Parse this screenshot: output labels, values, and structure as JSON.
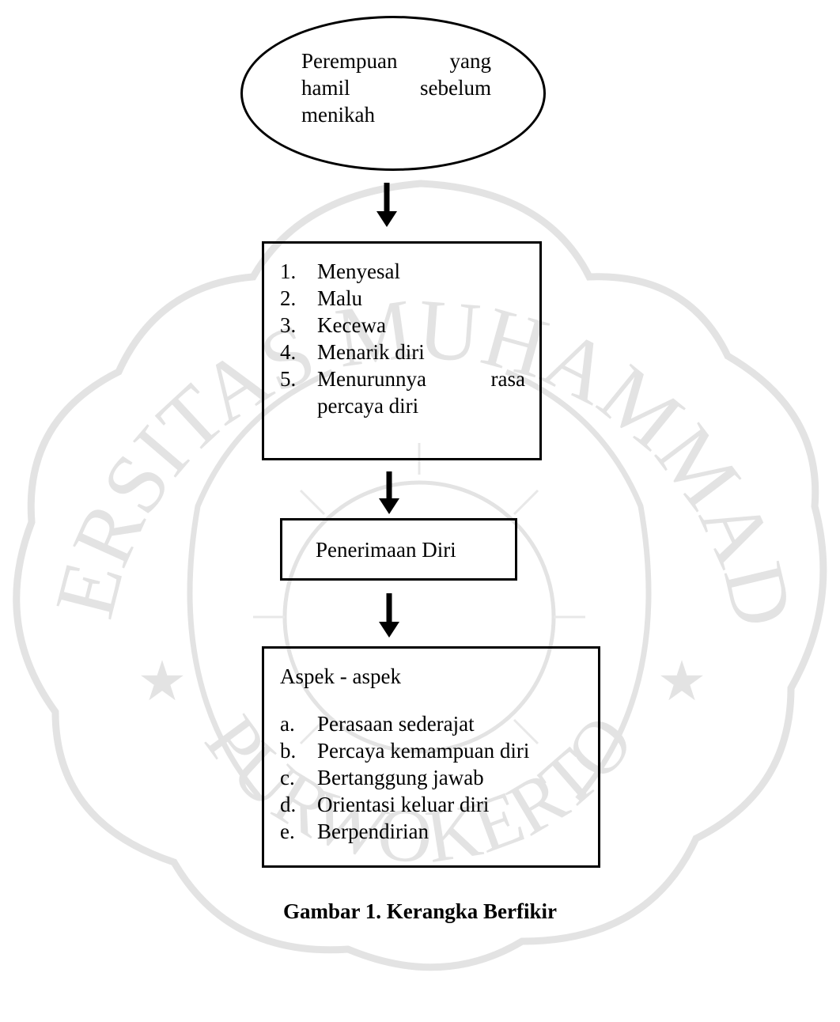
{
  "diagram": {
    "start_node": {
      "text": "Perempuan yang hamil sebelum menikah"
    },
    "feelings_node": {
      "items": [
        {
          "marker": "1.",
          "text": "Menyesal"
        },
        {
          "marker": "2.",
          "text": "Malu"
        },
        {
          "marker": "3.",
          "text": "Kecewa"
        },
        {
          "marker": "4.",
          "text": "Menarik diri"
        },
        {
          "marker": "5.",
          "text": "Menurunnya rasa percaya diri"
        }
      ]
    },
    "acceptance_node": {
      "text": "Penerimaan Diri"
    },
    "aspects_node": {
      "title": "Aspek - aspek",
      "items": [
        {
          "marker": "a.",
          "text": "Perasaan sederajat"
        },
        {
          "marker": "b.",
          "text": "Percaya kemampuan diri"
        },
        {
          "marker": "c.",
          "text": "Bertanggung jawab"
        },
        {
          "marker": "d.",
          "text": "Orientasi keluar diri"
        },
        {
          "marker": "e.",
          "text": "Berpendirian"
        }
      ]
    },
    "caption": "Gambar 1. Kerangka Berfikir"
  },
  "watermark": {
    "text_top": "UNIVERSITAS MUHAMMADIYAH",
    "text_bottom": "PURWOKERTO",
    "color": "#e3e3e3"
  }
}
